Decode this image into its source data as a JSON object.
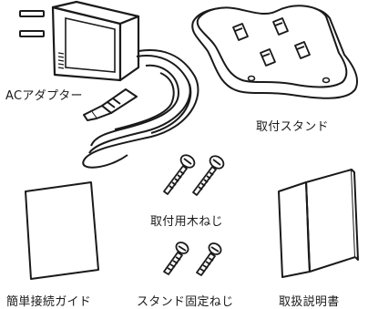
{
  "labels": {
    "ac_adapter": "ACアダプター",
    "stand": "取付スタンド",
    "wood_screws": "取付用木ねじ",
    "quick_guide": "簡単接続ガイド",
    "stand_screws": "スタンド固定ねじ",
    "manual": "取扱説明書"
  },
  "colors": {
    "outline": "#1a1a1a",
    "fill": "#ffffff",
    "shade": "#d9d9d9"
  }
}
